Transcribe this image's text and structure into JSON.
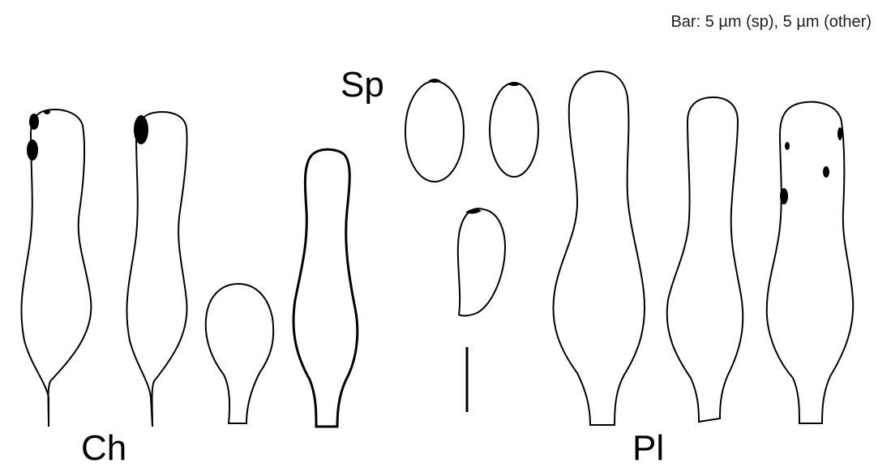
{
  "scale_note": "Bar: 5 µm (sp), 5 µm (other)",
  "labels": {
    "cheilocystidia": "Ch",
    "spores": "Sp",
    "pleurocystidia": "Pl"
  }
}
